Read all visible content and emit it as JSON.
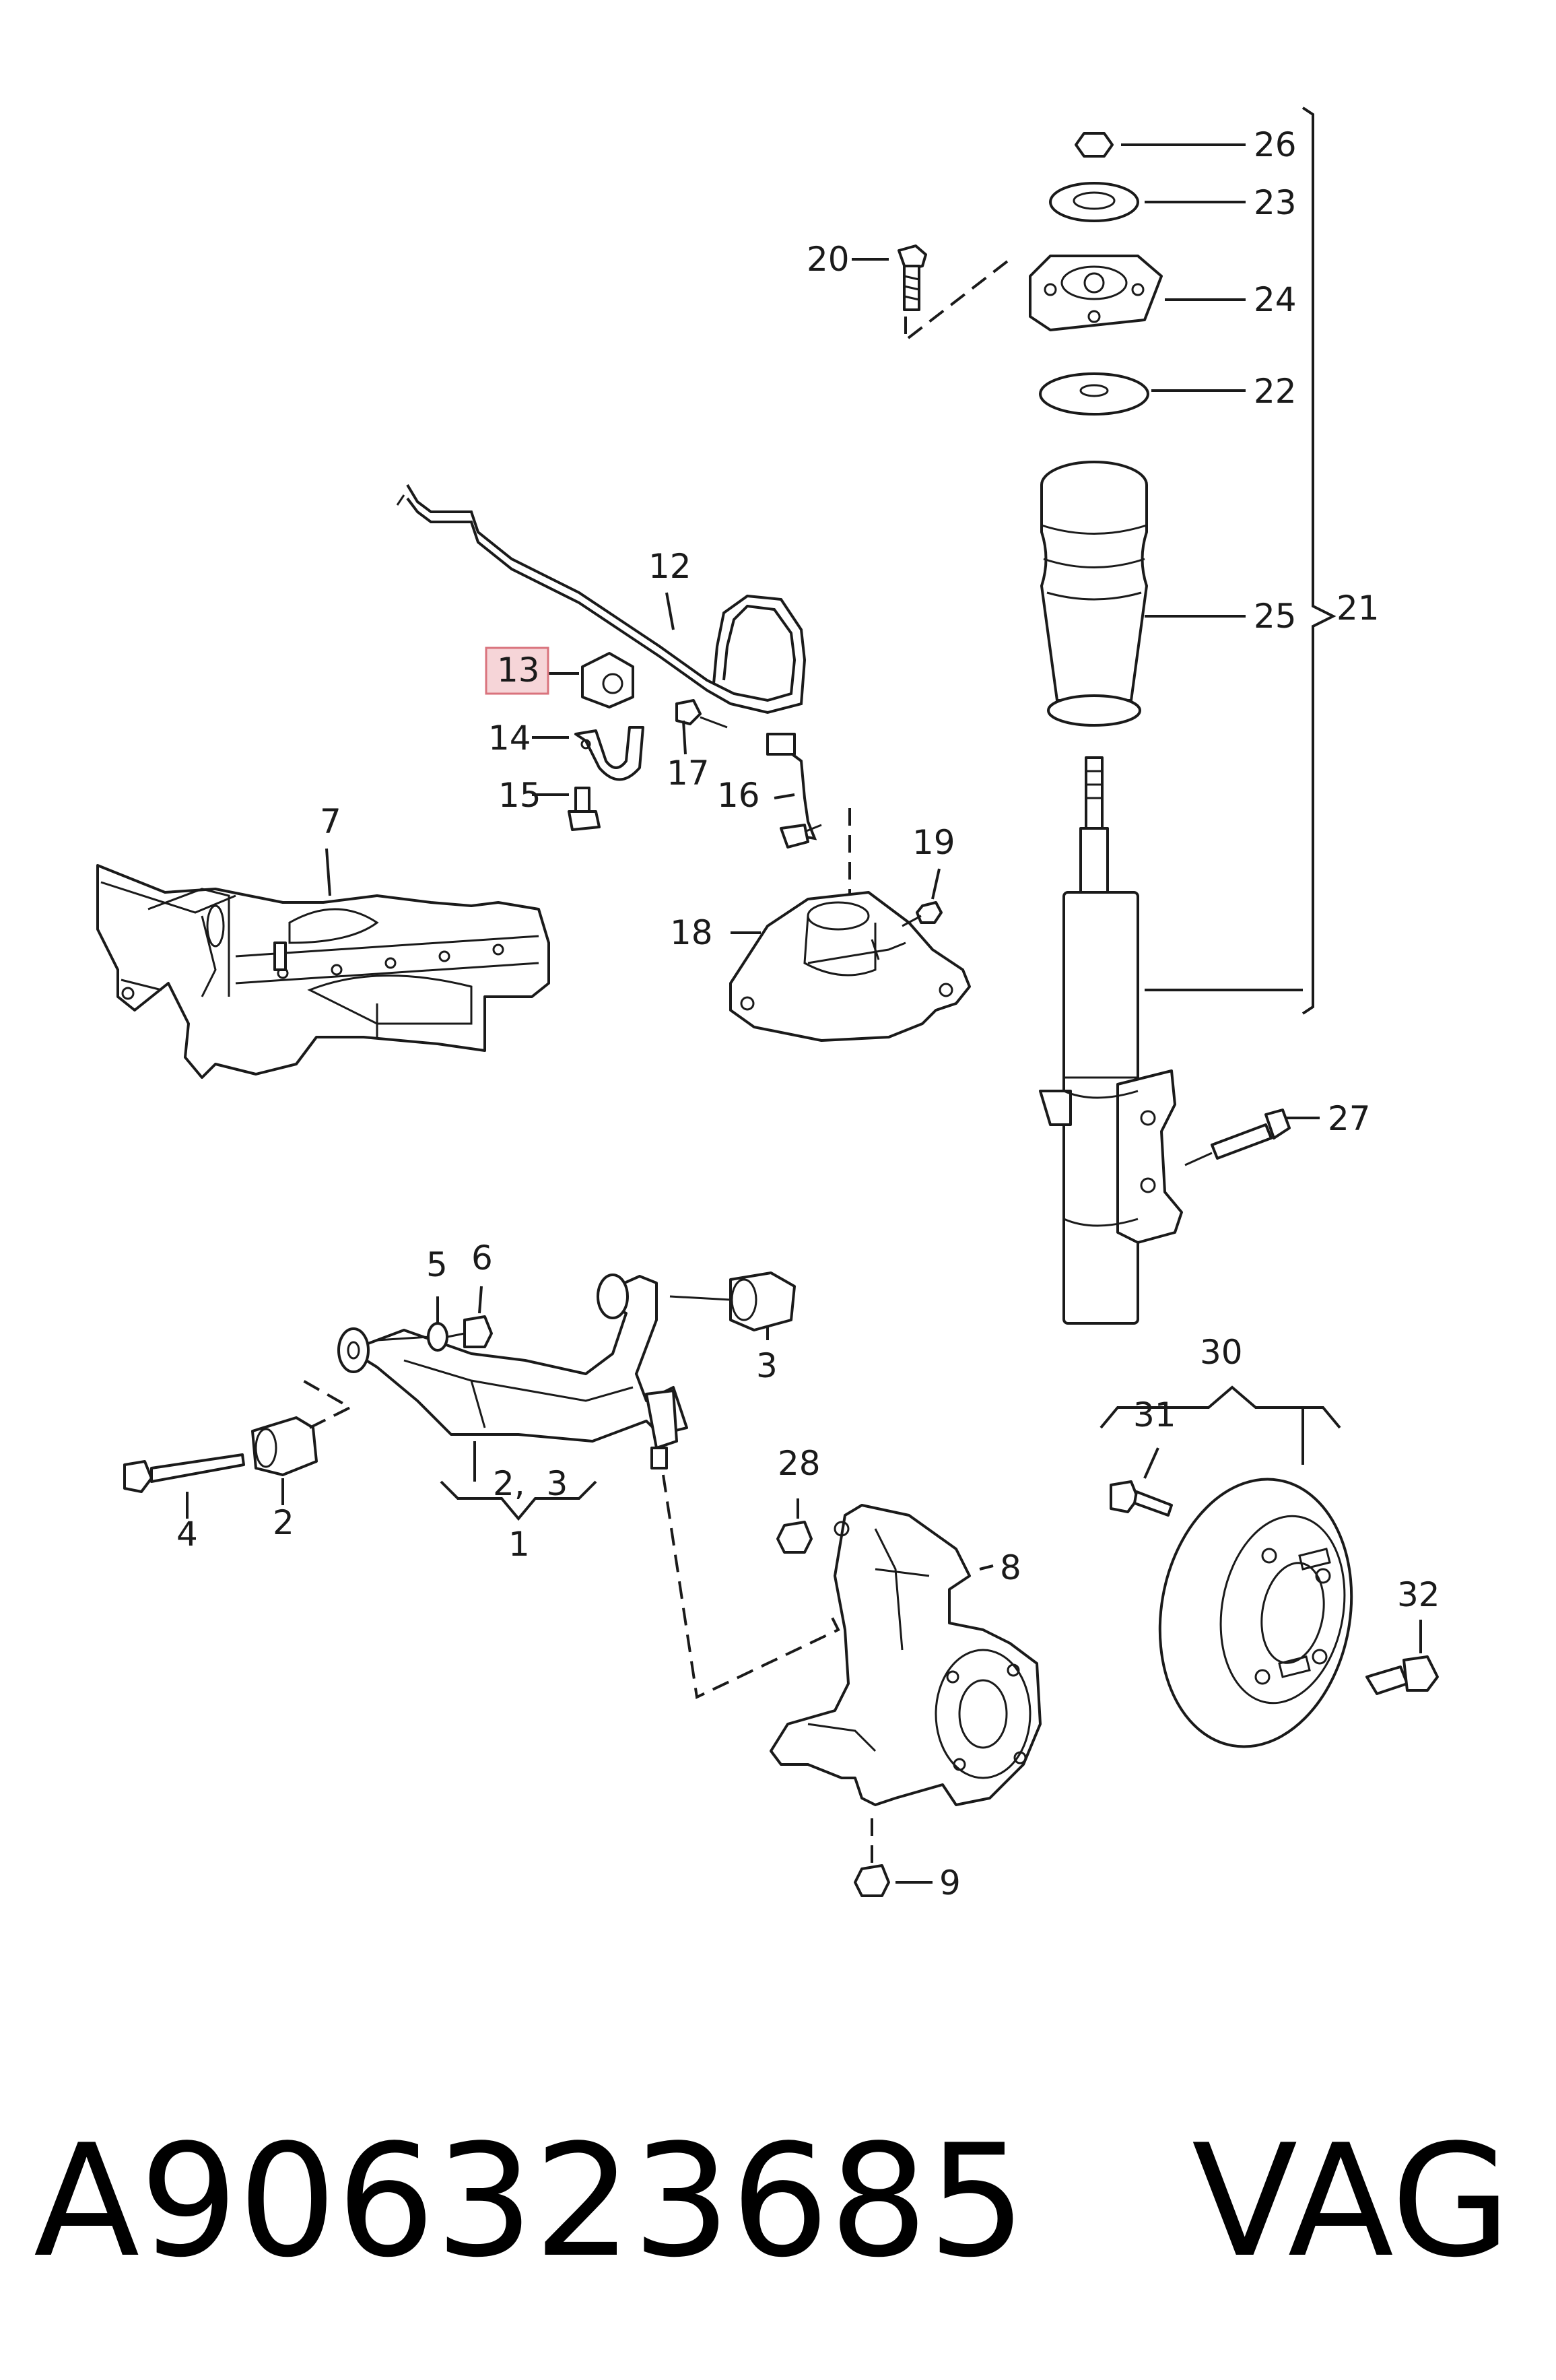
{
  "callouts": {
    "c1": "1",
    "c2a": "2",
    "c2b": "2,  3",
    "c3": "3",
    "c4": "4",
    "c5": "5",
    "c6": "6",
    "c7": "7",
    "c8": "8",
    "c9": "9",
    "c12": "12",
    "c13": "13",
    "c14": "14",
    "c15": "15",
    "c16": "16",
    "c17": "17",
    "c18": "18",
    "c19": "19",
    "c20": "20",
    "c21": "21",
    "c22": "22",
    "c23": "23",
    "c24": "24",
    "c25": "25",
    "c26": "26",
    "c27": "27",
    "c28": "28",
    "c30": "30",
    "c31": "31",
    "c32": "32"
  },
  "highlight": {
    "callout": "13",
    "color": "#f6d5d8",
    "border": "#d9737d"
  },
  "footer": {
    "part_number": "A906323685",
    "brand": "VAG"
  }
}
